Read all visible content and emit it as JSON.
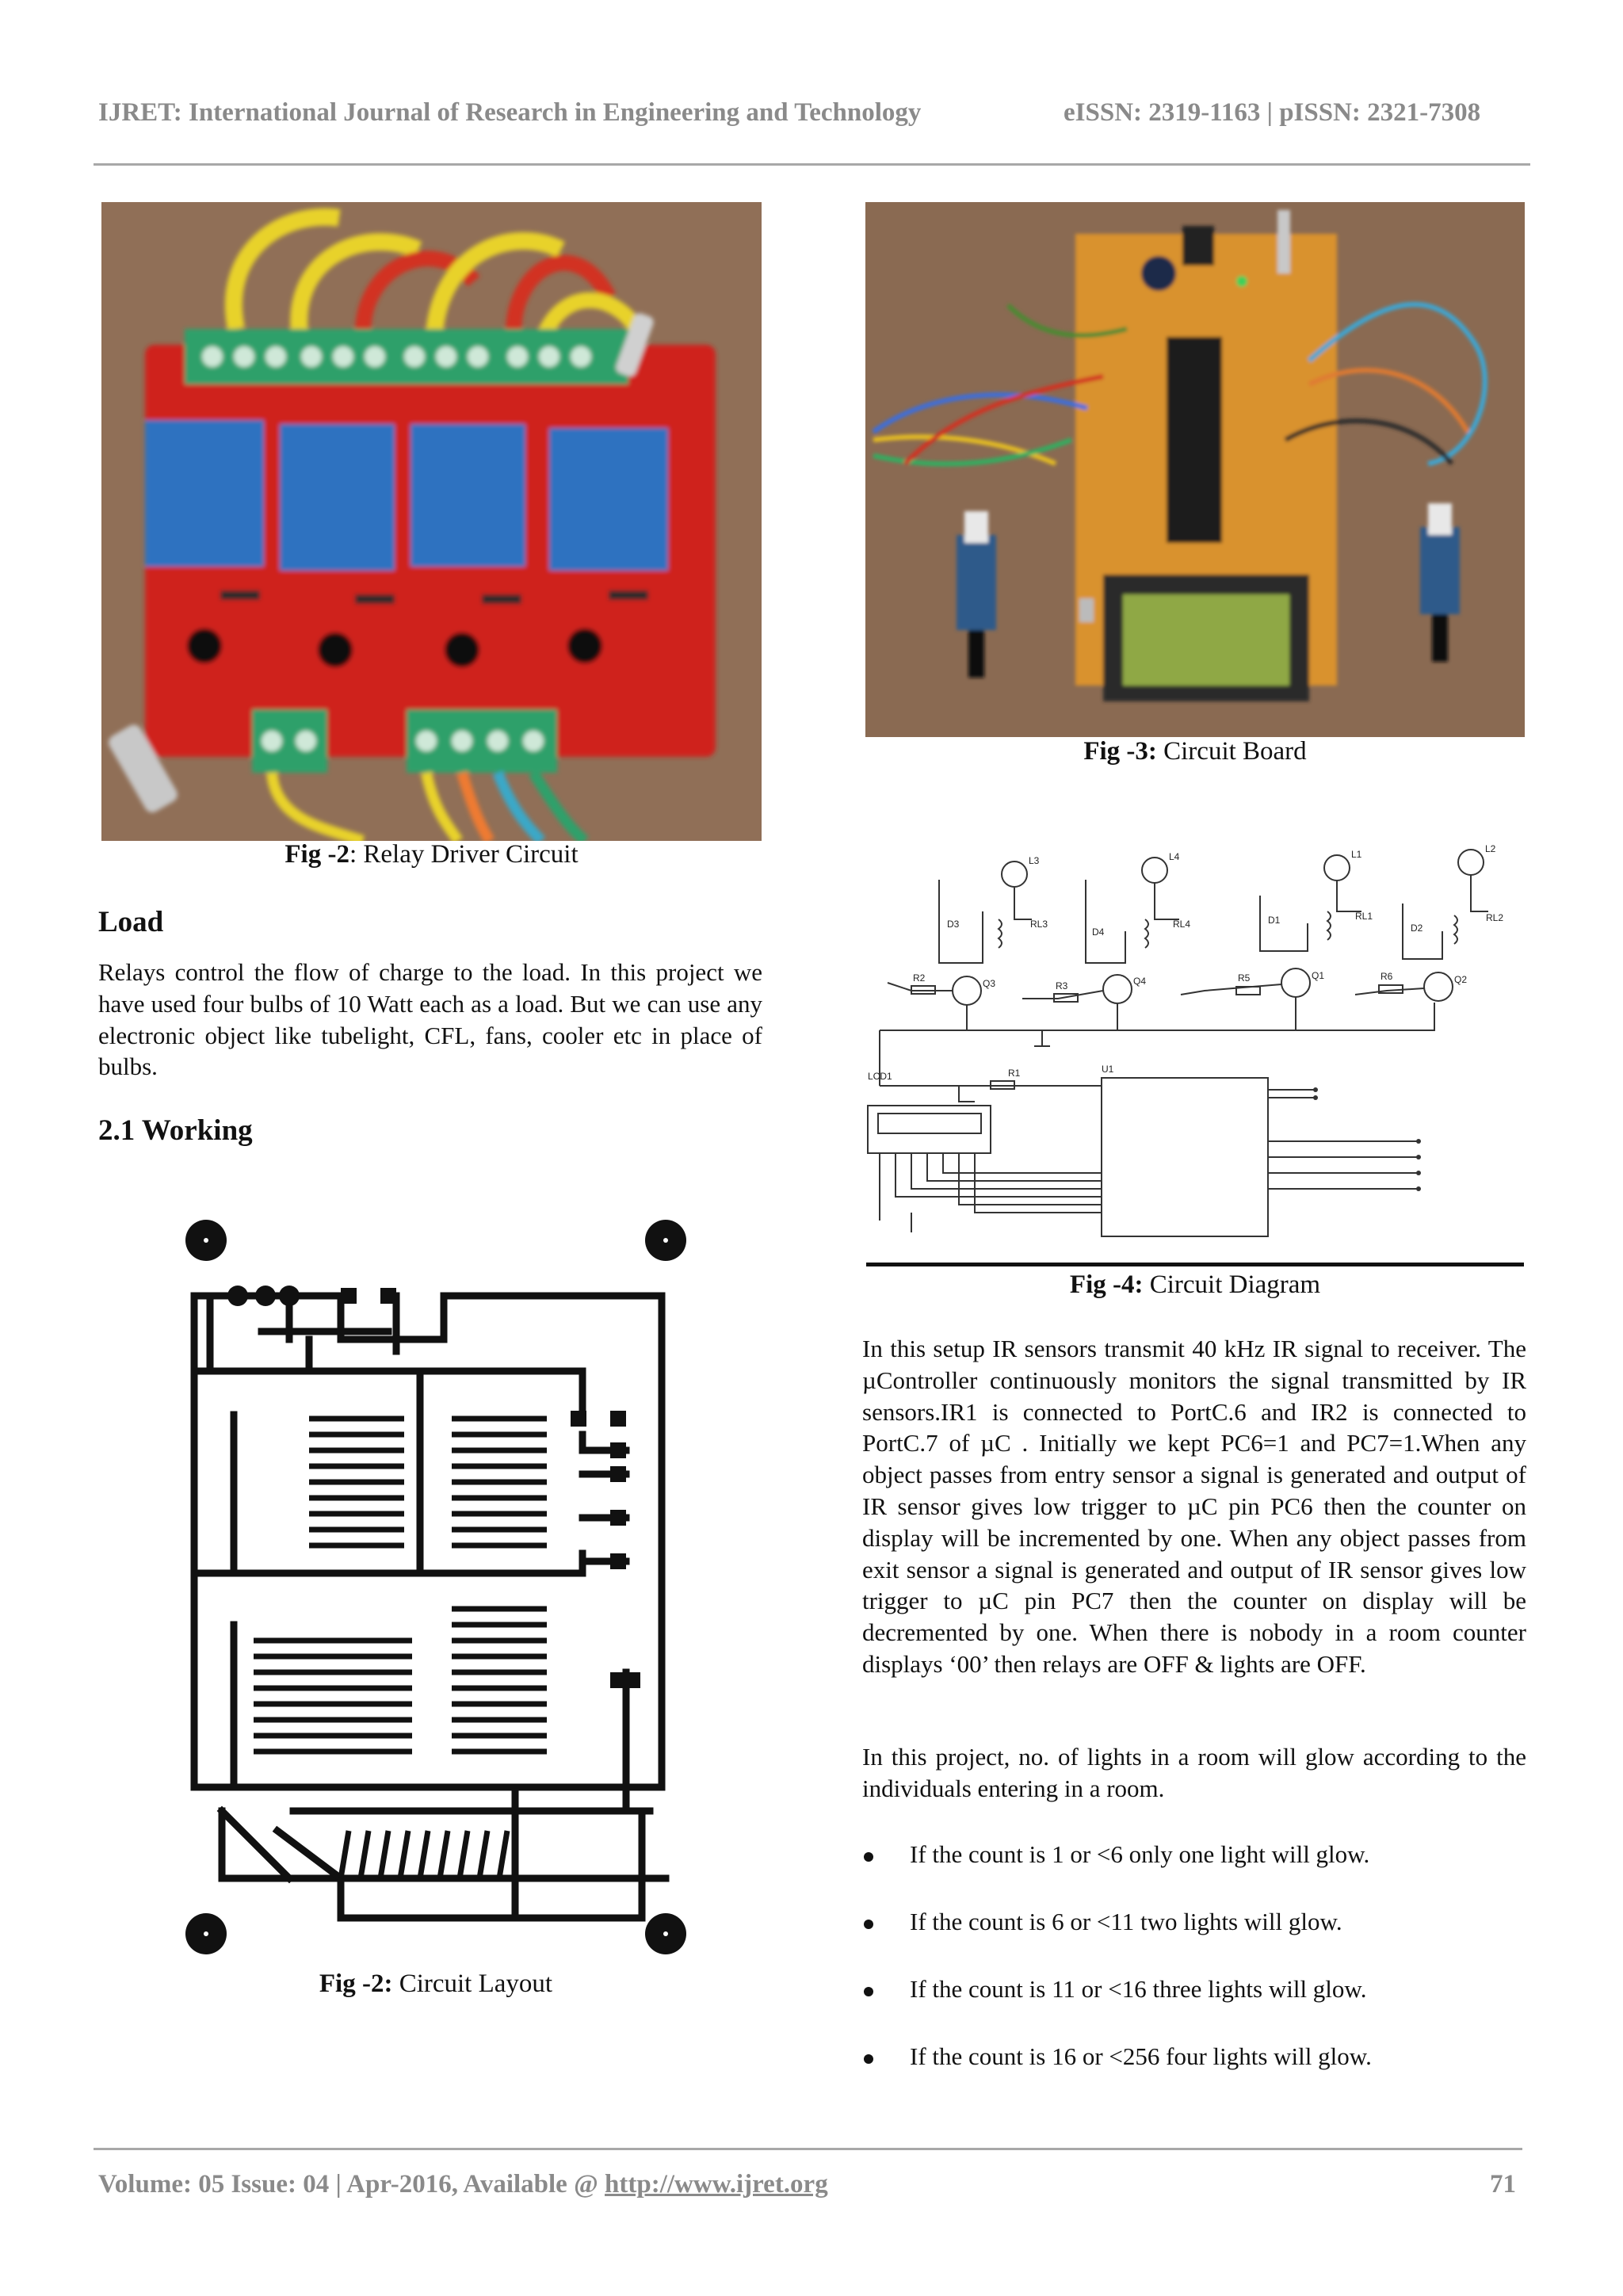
{
  "header": {
    "journal": "IJRET: International Journal of Research in Engineering and Technology",
    "issn": "eISSN: 2319-1163 | pISSN: 2321-7308"
  },
  "figures": {
    "relay": {
      "label": "Fig -2",
      "caption": ": Relay Driver Circuit"
    },
    "board": {
      "label": "Fig -3:",
      "caption": " Circuit Board"
    },
    "diagram": {
      "label": "Fig -4:",
      "caption": " Circuit Diagram"
    },
    "layout": {
      "label": "Fig -2:",
      "caption": " Circuit Layout"
    }
  },
  "sections": {
    "load_heading": "Load",
    "load_text": "Relays control the flow of charge to the load. In this project we have used four bulbs of 10 Watt each as a load. But we can use any electronic object like tubelight, CFL, fans, cooler etc in place of bulbs.",
    "working_heading": "2.1 Working"
  },
  "body": {
    "para1": "In this setup IR sensors transmit 40 kHz IR signal to receiver. The µController continuously monitors the signal transmitted by IR sensors.IR1 is connected to PortC.6 and IR2 is connected to PortC.7 of µC . Initially we kept PC6=1 and PC7=1.When any object passes from entry sensor a signal is generated and output of IR sensor gives low trigger to µC pin PC6 then the counter on display will be incremented by one. When any object passes from exit sensor a signal is generated and output of IR sensor gives low trigger to µC pin PC7 then the counter on display will be decremented by one. When there is nobody  in a room counter displays ‘00’ then relays are OFF & lights are OFF.",
    "para2": "In this project, no. of lights in a room will glow according to the individuals entering in a room.",
    "bullets": [
      "If the count is 1 or <6 only one light will glow.",
      "If the count is 6 or <11 two lights will glow.",
      "If the count is 11 or <16 three lights will glow.",
      "If the count is 16 or <256 four lights will glow."
    ]
  },
  "schematic_labels": {
    "lamps": [
      "L3",
      "L4",
      "L1",
      "L2"
    ],
    "relays": [
      "RL3",
      "RL4",
      "RL1",
      "RL2"
    ],
    "diodes": [
      "D3",
      "D4",
      "D1",
      "D2"
    ],
    "transistors": [
      "Q3",
      "Q4",
      "Q1",
      "Q2"
    ],
    "resistors": [
      "R2",
      "R3",
      "R5",
      "R6"
    ],
    "ic": "U1",
    "lcd": "LCD1",
    "r1": "R1"
  },
  "footer": {
    "volume": "Volume: 05 Issue: 04 | Apr-2016, Available @ ",
    "link": "http://www.ijret.org",
    "page": "71"
  },
  "colors": {
    "header_gray": "#8a8a8a",
    "pcb_red": "#c8201c",
    "relay_blue": "#2f72c0",
    "board_orange": "#d9922e",
    "wood": "#8a6a52"
  }
}
